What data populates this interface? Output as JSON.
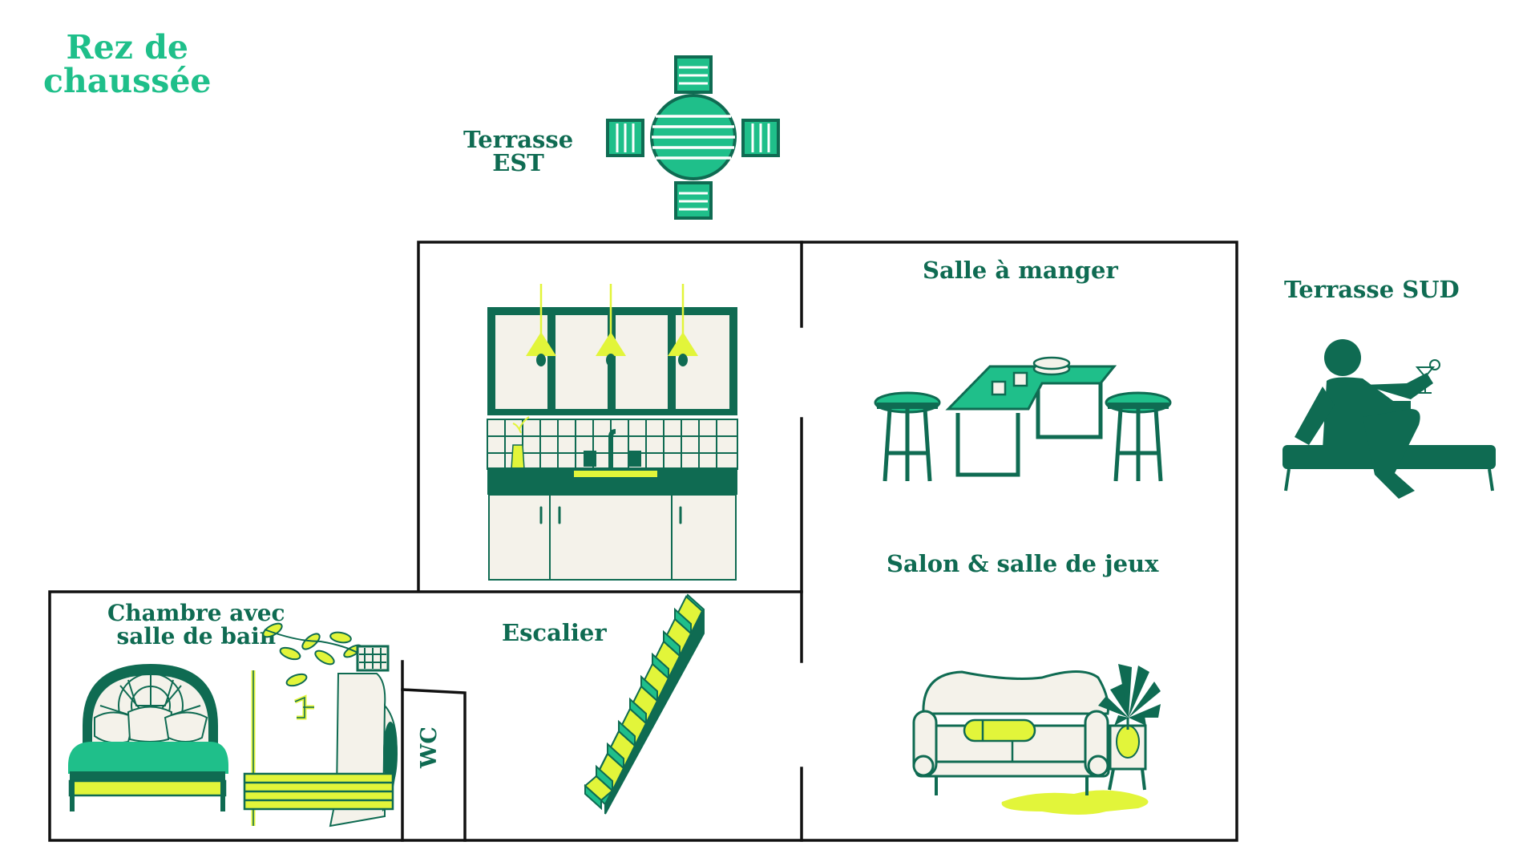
{
  "page": {
    "title": "Rez de\nchaussée"
  },
  "rooms": {
    "terrasse_est": {
      "label": "Terrasse\nEST"
    },
    "terrasse_sud": {
      "label": "Terrasse SUD"
    },
    "salle_a_manger": {
      "label": "Salle à manger"
    },
    "salon": {
      "label": "Salon & salle de jeux"
    },
    "chambre": {
      "label": "Chambre avec\nsalle de bain"
    },
    "escalier": {
      "label": "Escalier"
    },
    "wc": {
      "label": "WC"
    }
  },
  "colors": {
    "dark_green": "#0F6B52",
    "mint": "#1FBF8A",
    "lime": "#E2F53A",
    "cream": "#F4F2EA",
    "wall": "#111111"
  },
  "icons": [
    "outdoor-table-icon",
    "kitchen-icon",
    "dining-table-icon",
    "lounger-person-icon",
    "bed-icon",
    "shower-icon",
    "staircase-icon",
    "sofa-icon",
    "plant-icon"
  ]
}
